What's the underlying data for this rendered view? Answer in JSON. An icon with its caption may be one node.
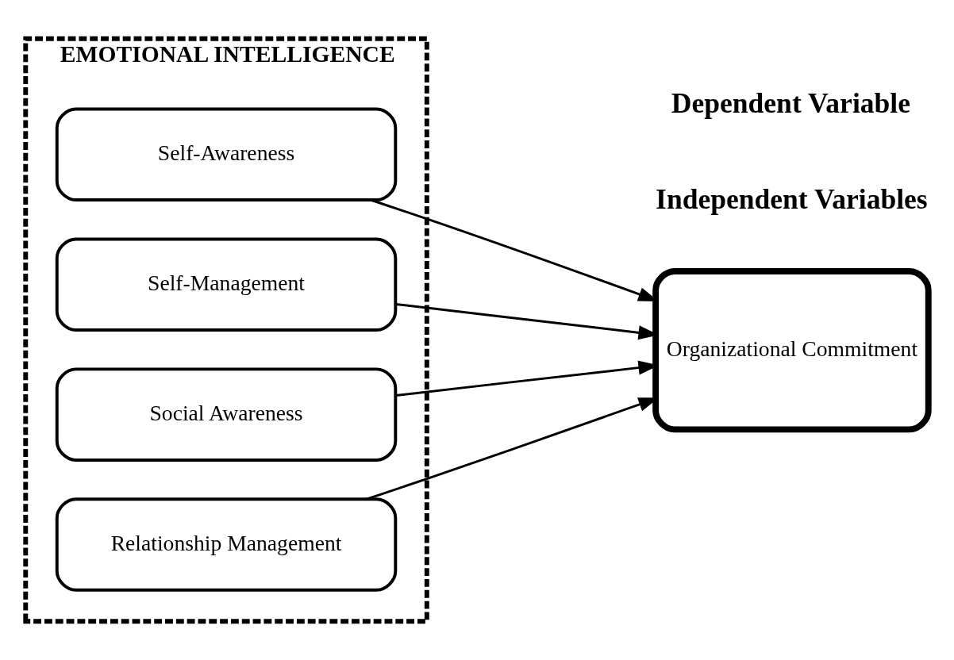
{
  "diagram": {
    "nodes": [
      {
        "text": [
          "EMOTIONAL INTELLIGENCE"
        ]
      },
      {
        "text": [
          "Self-Awareness"
        ],
        "in": 0
      },
      {
        "text": [
          "Self-Management"
        ],
        "in": 0
      },
      {
        "text": [
          "Social Awareness"
        ],
        "in": 0
      },
      {
        "text": [
          "Relationship Management"
        ],
        "in": 0
      },
      {
        "text": [
          "Organizational Commitment"
        ]
      }
    ],
    "edges": [
      {
        "from": 1,
        "to": 5,
        "arrow": "to"
      },
      {
        "from": 2,
        "to": 5,
        "arrow": "to"
      },
      {
        "from": 3,
        "to": 5,
        "arrow": "to"
      },
      {
        "from": 4,
        "to": 5,
        "arrow": "to"
      }
    ],
    "labels": [
      "Independent Variables",
      "Dependent Variable"
    ]
  }
}
